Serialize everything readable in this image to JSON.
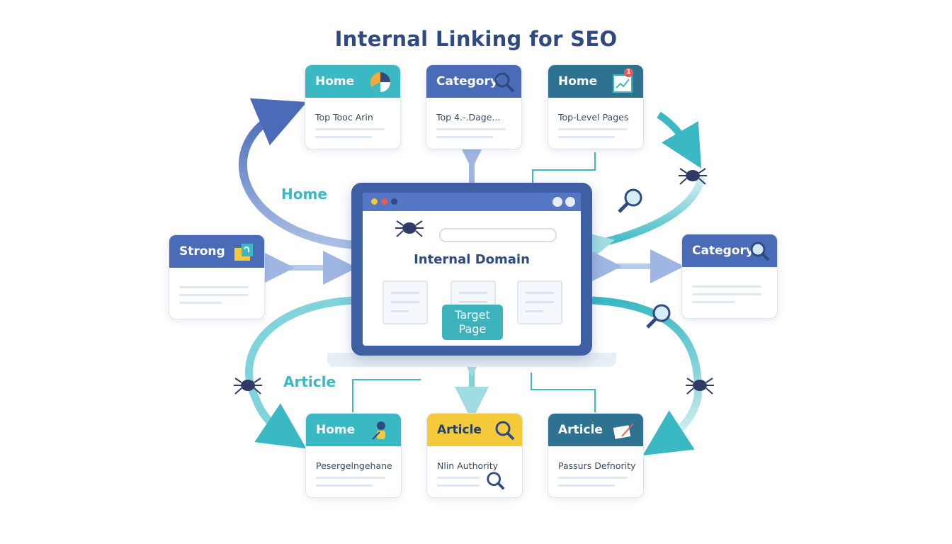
{
  "title": "Internal Linking for SEO",
  "cards": {
    "top_left": {
      "label": "Home",
      "sub": "Top Tooc Arin",
      "icon": "pie-chart-icon"
    },
    "top_center": {
      "label": "Category",
      "sub": "Top 4.-.Dage...",
      "icon": "search-icon"
    },
    "top_right": {
      "label": "Home",
      "sub": "Top-Level Pages",
      "icon": "analytics-chart-icon",
      "badge": "1"
    },
    "mid_left": {
      "label": "Strong",
      "icon": "folder-link-icon"
    },
    "mid_right": {
      "label": "Category",
      "icon": "search-icon"
    },
    "bottom_left": {
      "label": "Home",
      "sub": "Pesergelngehane",
      "icon": "key-person-icon"
    },
    "bottom_center": {
      "label": "Article",
      "sub": "Nlin Authority",
      "icon": "search-icon"
    },
    "bottom_right": {
      "label": "Article",
      "sub": "Passurs Defnority",
      "icon": "document-pen-icon"
    }
  },
  "floating_labels": {
    "home": "Home",
    "article": "Article"
  },
  "monitor": {
    "domain": "Internal Domain",
    "target_line1": "Target",
    "target_line2": "Page"
  },
  "colors": {
    "teal": "#3ab8c4",
    "blue": "#4a6cb8",
    "dark_teal": "#2d7391",
    "yellow": "#f4c93a",
    "title": "#2f4a82"
  }
}
